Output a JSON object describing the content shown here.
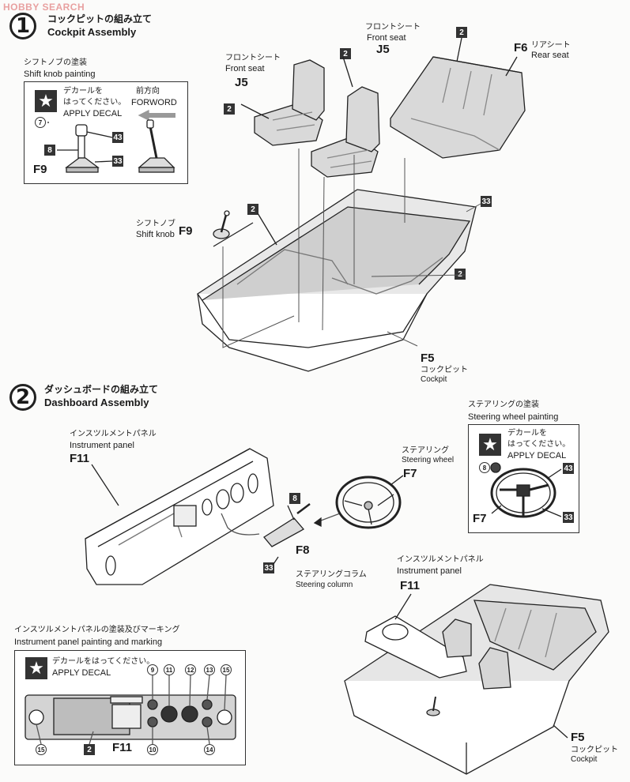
{
  "logo_text": "HOBBY SEARCH",
  "step1": {
    "number": "1",
    "title_jp": "コックピットの組み立て",
    "title_en": "Cockpit Assembly",
    "shift_knob_painting_jp": "シフトノブの塗装",
    "shift_knob_painting_en": "Shift knob painting",
    "decal_jp_line1": "デカールを",
    "decal_jp_line2": "はってください。",
    "decal_en": "APPLY DECAL",
    "forward_jp": "前方向",
    "forward_en": "FORWORD",
    "front_seat_jp": "フロントシート",
    "front_seat_en": "Front seat",
    "rear_seat_jp": "リアシート",
    "rear_seat_en": "Rear seat",
    "shift_knob_jp": "シフトノブ",
    "shift_knob_en": "Shift knob",
    "cockpit_jp": "コックピット",
    "cockpit_en": "Cockpit",
    "part_j5": "J5",
    "part_f6": "F6",
    "part_f9": "F9",
    "part_f5": "F5"
  },
  "step2": {
    "number": "2",
    "title_jp": "ダッシュボードの組み立て",
    "title_en": "Dashboard Assembly",
    "instrument_panel_jp": "インスツルメントパネル",
    "instrument_panel_en": "Instrument panel",
    "steering_wheel_jp": "ステアリング",
    "steering_wheel_en": "Steering wheel",
    "steering_column_jp": "ステアリングコラム",
    "steering_column_en": "Steering column",
    "steering_painting_jp": "ステアリングの塗装",
    "steering_painting_en": "Steering wheel painting",
    "decal_jp_line1": "デカールを",
    "decal_jp_line2": "はってください。",
    "decal_en": "APPLY DECAL",
    "ip_marking_jp": "インスツルメントパネルの塗装及びマーキング",
    "ip_marking_en": "Instrument panel painting and marking",
    "ip_decal_jp": "デカールをはってください。",
    "ip_decal_en": "APPLY DECAL",
    "cockpit_jp": "コックピット",
    "cockpit_en": "Cockpit",
    "part_f11": "F11",
    "part_f7": "F7",
    "part_f8": "F8",
    "part_f5": "F5"
  },
  "color_codes": {
    "c2": "2",
    "c8": "8",
    "c33": "33",
    "c43": "43",
    "n7": "7",
    "n8": "8",
    "n9": "9",
    "n10": "10",
    "n11": "11",
    "n12": "12",
    "n13": "13",
    "n14": "14",
    "n15": "15"
  },
  "accent_colors": {
    "ink": "#222222",
    "paper": "#fbfbfa",
    "gray": "#8a8a8a",
    "logo": "#e8a0a0"
  }
}
